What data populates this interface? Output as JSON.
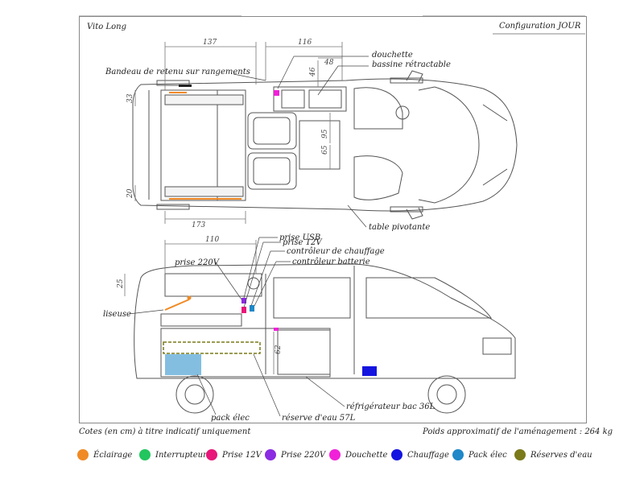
{
  "header": {
    "vehicle": "Vito Long",
    "configuration": "Configuration  JOUR"
  },
  "dimensions": {
    "top_137": "137",
    "top_116": "116",
    "top_48": "48",
    "top_46": "46",
    "left_33": "33",
    "left_20": "20",
    "bottom_173": "173",
    "inner_95": "95",
    "inner_65": "65",
    "side_110": "110",
    "side_25": "25",
    "side_62": "62"
  },
  "callouts": {
    "bandeau": "Bandeau de retenu sur rangements",
    "douchette": "douchette",
    "bassine": "bassine rétractable",
    "table": "table pivotante",
    "prise_usb": "prise USB",
    "prise_12v": "prise 12V",
    "controleur_chauffage": "contrôleur de chauffage",
    "controleur_batterie": "contrôleur batterie",
    "prise_220v": "prise 220V",
    "liseuse": "liseuse",
    "pack_elec": "pack élec",
    "reserve_eau": "réserve d'eau 57L",
    "refrigerateur": "réfrigérateur bac 36L"
  },
  "footer": {
    "note_left": "Cotes (en cm) à titre indicatif uniquement",
    "note_right": "Poids approximatif de l'aménagement : 264 kg"
  },
  "legend": [
    {
      "label": "Éclairage",
      "color": "#f08a24"
    },
    {
      "label": "Interrupteur",
      "color": "#22c55e"
    },
    {
      "label": "Prise 12V",
      "color": "#e8157a"
    },
    {
      "label": "Prise 220V",
      "color": "#8b2be2"
    },
    {
      "label": "Douchette",
      "color": "#f021d8"
    },
    {
      "label": "Chauffage",
      "color": "#1414e0"
    },
    {
      "label": "Pack élec",
      "color": "#1e88c8"
    },
    {
      "label": "Réserves d'eau",
      "color": "#7a7a1a"
    }
  ]
}
